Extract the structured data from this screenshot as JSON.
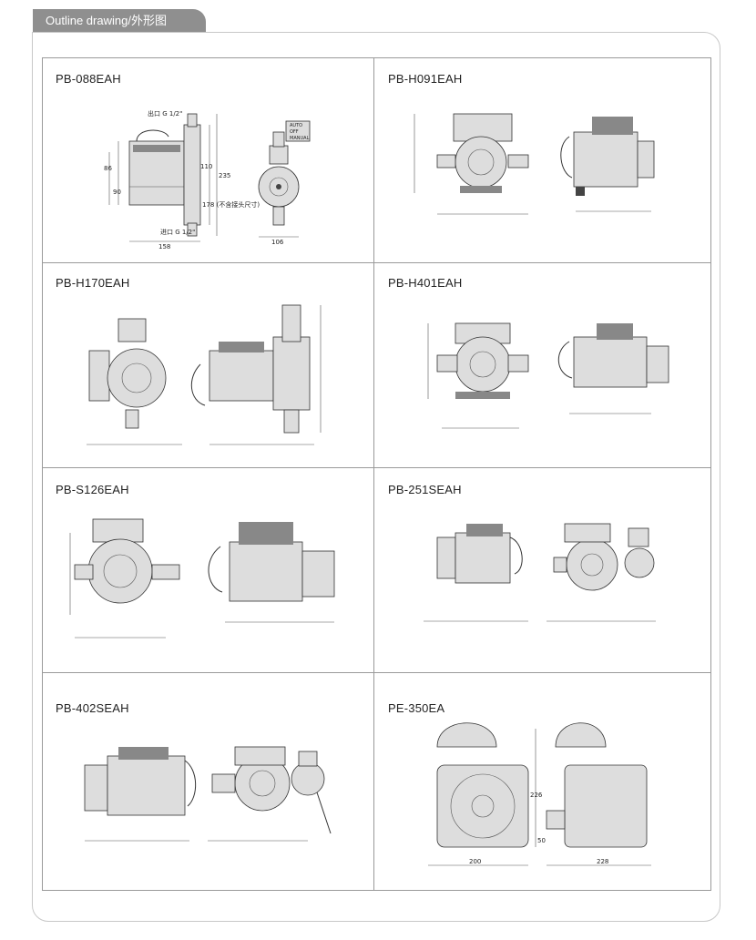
{
  "header": {
    "tab_title": "Outline drawing/外形图"
  },
  "models": [
    {
      "name": "PB-088EAH"
    },
    {
      "name": "PB-H091EAH"
    },
    {
      "name": "PB-H170EAH"
    },
    {
      "name": "PB-H401EAH"
    },
    {
      "name": "PB-S126EAH"
    },
    {
      "name": "PB-251SEAH"
    },
    {
      "name": "PB-402SEAH"
    },
    {
      "name": "PE-350EA"
    }
  ],
  "pb088_dims": {
    "outlet": "出口 G 1/2\"",
    "inlet": "进口 G 1/2\"",
    "d86": "86",
    "d90": "90",
    "d110": "110",
    "d178": "178 (不含接头尺寸)",
    "d235": "235",
    "d158": "158",
    "d106": "106",
    "sw_auto": "AUTO",
    "sw_off": "OFF",
    "sw_manual": "MANUAL"
  },
  "pe350_dims": {
    "d226": "226",
    "d50": "50",
    "d200": "200",
    "d228": "228"
  }
}
